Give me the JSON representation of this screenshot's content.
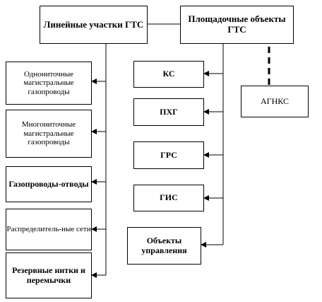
{
  "top": {
    "linear": "Линейные участки ГТС",
    "site": "Площадочные объекты ГТС"
  },
  "left": [
    "Однониточные магистральные газопроводы",
    "Многониточные магистральные газопроводы",
    "Газопроводы-отводы",
    "Распределитель-ные сети",
    "Резервные нитки и перемычки"
  ],
  "middle": [
    "КС",
    "ПХГ",
    "ГРС",
    "ГИС",
    "Объекты управления"
  ],
  "right": "АГНКС"
}
